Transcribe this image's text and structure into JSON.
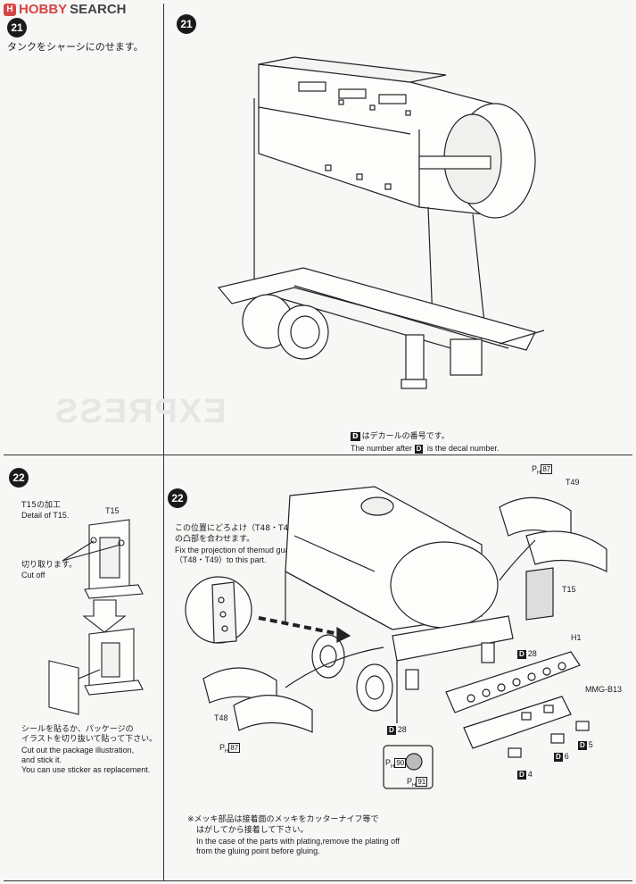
{
  "watermark": {
    "badge": "H",
    "brand": "HOBBY",
    "search": "SEARCH"
  },
  "step21": {
    "number": "21",
    "instruction_jp": "タンクをシャーシにのせます。",
    "decal_note_jp": "はデカールの番号です。",
    "decal_note_en_prefix": "The number after",
    "decal_note_en_suffix": "is the decal number.",
    "decal_letter": "D"
  },
  "step22_left": {
    "number": "22",
    "detail_jp": "T15の加工",
    "detail_en": "Detail of T15.",
    "part_label": "T15",
    "cutoff_jp": "切り取ります。",
    "cutoff_en": "Cut off",
    "sticker_lines": [
      "シールを貼るか、パッケージの",
      "イラストを切り抜いて貼って下さい。",
      "Cut out the package illustration,",
      "and stick it.",
      "You can use sticker as replacement."
    ]
  },
  "step22_main": {
    "number": "22",
    "note_lines": [
      "この位置にどろよけ（T48・T49）",
      "の凸部を合わせます。",
      "Fix the projection of themud guard",
      "（T48・T49）to this part."
    ],
    "labels": {
      "ph87_top": "87",
      "ph_prefix": "P",
      "ph_sub": "H",
      "t49": "T49",
      "t15": "T15",
      "h1": "H1",
      "mmg": "MMG-B13",
      "t48": "T48",
      "ph87_bottom": "87",
      "ph90": "90",
      "ph91": "91",
      "d28a": "28",
      "d28b": "28",
      "d4": "4",
      "d5": "5",
      "d6": "6"
    },
    "plating_lines": [
      "※メッキ部品は接着面のメッキをカッターナイフ等で",
      "はがしてから接着して下さい。",
      "In the case of the parts with plating,remove the plating off",
      "from the gluing point before gluing."
    ]
  }
}
